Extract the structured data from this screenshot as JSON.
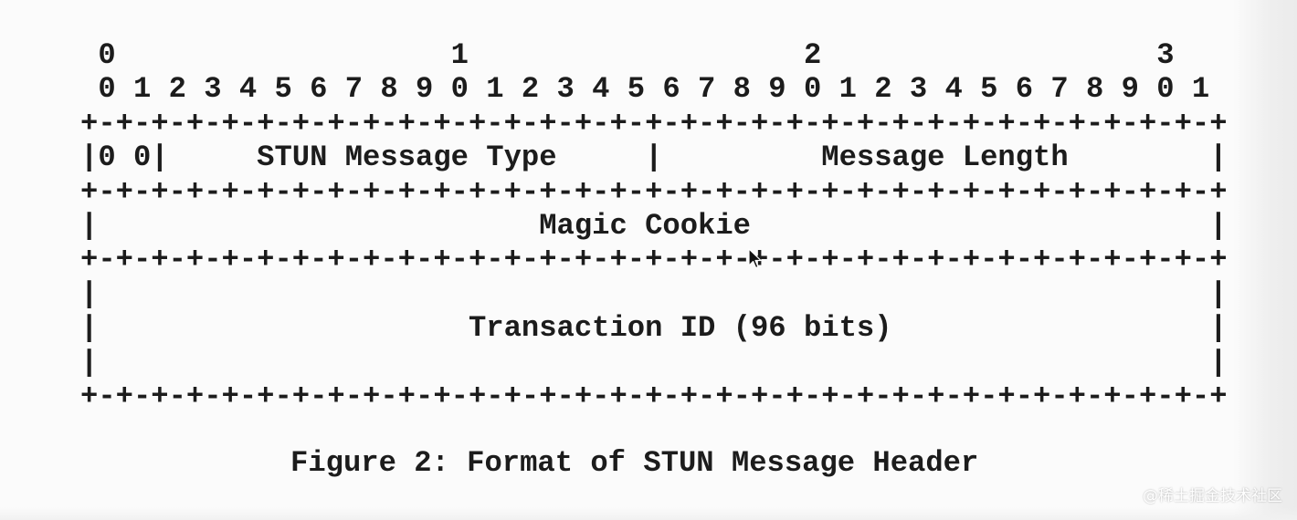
{
  "diagram": {
    "lines": [
      {
        "role": "bit-ruler-tens",
        "text": " 0                   1                   2                   3"
      },
      {
        "role": "bit-ruler-units",
        "text": " 0 1 2 3 4 5 6 7 8 9 0 1 2 3 4 5 6 7 8 9 0 1 2 3 4 5 6 7 8 9 0 1"
      },
      {
        "role": "border",
        "text": "+-+-+-+-+-+-+-+-+-+-+-+-+-+-+-+-+-+-+-+-+-+-+-+-+-+-+-+-+-+-+-+-+"
      },
      {
        "role": "row-message-type-length",
        "text": "|0 0|     STUN Message Type     |         Message Length        |"
      },
      {
        "role": "border",
        "text": "+-+-+-+-+-+-+-+-+-+-+-+-+-+-+-+-+-+-+-+-+-+-+-+-+-+-+-+-+-+-+-+-+"
      },
      {
        "role": "row-magic-cookie",
        "text": "|                         Magic Cookie                          |"
      },
      {
        "role": "border",
        "text": "+-+-+-+-+-+-+-+-+-+-+-+-+-+-+-+-+-+-+-+-+-+-+-+-+-+-+-+-+-+-+-+-+"
      },
      {
        "role": "row-transaction-id-pad",
        "text": "|                                                               |"
      },
      {
        "role": "row-transaction-id",
        "text": "|                     Transaction ID (96 bits)                  |"
      },
      {
        "role": "row-transaction-id-pad",
        "text": "|                                                               |"
      },
      {
        "role": "border",
        "text": "+-+-+-+-+-+-+-+-+-+-+-+-+-+-+-+-+-+-+-+-+-+-+-+-+-+-+-+-+-+-+-+-+"
      }
    ]
  },
  "caption": "Figure 2: Format of STUN Message Header",
  "watermark": "@稀土掘金技术社区",
  "colors": {
    "text": "#1c1c1c",
    "background": "#fbfbfb"
  }
}
